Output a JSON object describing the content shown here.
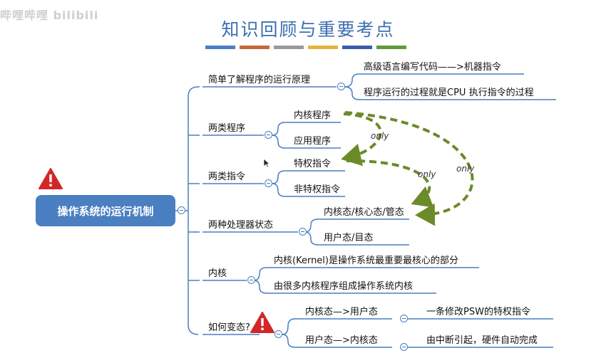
{
  "watermark": "哔哩哔哩 bilibili",
  "title": "知识回顾与重要考点",
  "accent_colors": [
    "#4a7fc1",
    "#c8683a",
    "#9a9a9a",
    "#e3b53a",
    "#3b5ea8",
    "#5e9a3c"
  ],
  "root": {
    "label": "操作系统的运行机制",
    "warning": "warning-icon"
  },
  "branches": {
    "principle": {
      "label": "简单了解程序的运行原理",
      "children": [
        "高级语言编写代码——>机器指令",
        "程序运行的过程就是CPU 执行指令的过程"
      ]
    },
    "programs": {
      "label": "两类程序",
      "children": [
        "内核程序",
        "应用程序"
      ]
    },
    "instructions": {
      "label": "两类指令",
      "children": [
        "特权指令",
        "非特权指令"
      ]
    },
    "states": {
      "label": "两种处理器状态",
      "children": [
        "内核态/核心态/管态",
        "用户态/目态"
      ]
    },
    "kernel": {
      "label": "内核",
      "children": [
        "内核(Kernel)是操作系统最重要最核心的部分",
        "由很多内核程序组成操作系统内核"
      ]
    },
    "switch": {
      "label": "如何变态?",
      "children": [
        {
          "label": "内核态—>用户态",
          "detail": "一条修改PSW的特权指令"
        },
        {
          "label": "用户态—>内核态",
          "detail": "由中断引起，硬件自动完成"
        }
      ]
    }
  },
  "arrow_labels": [
    "only",
    "only",
    "only"
  ],
  "arrow_color": "#6b8a2a"
}
